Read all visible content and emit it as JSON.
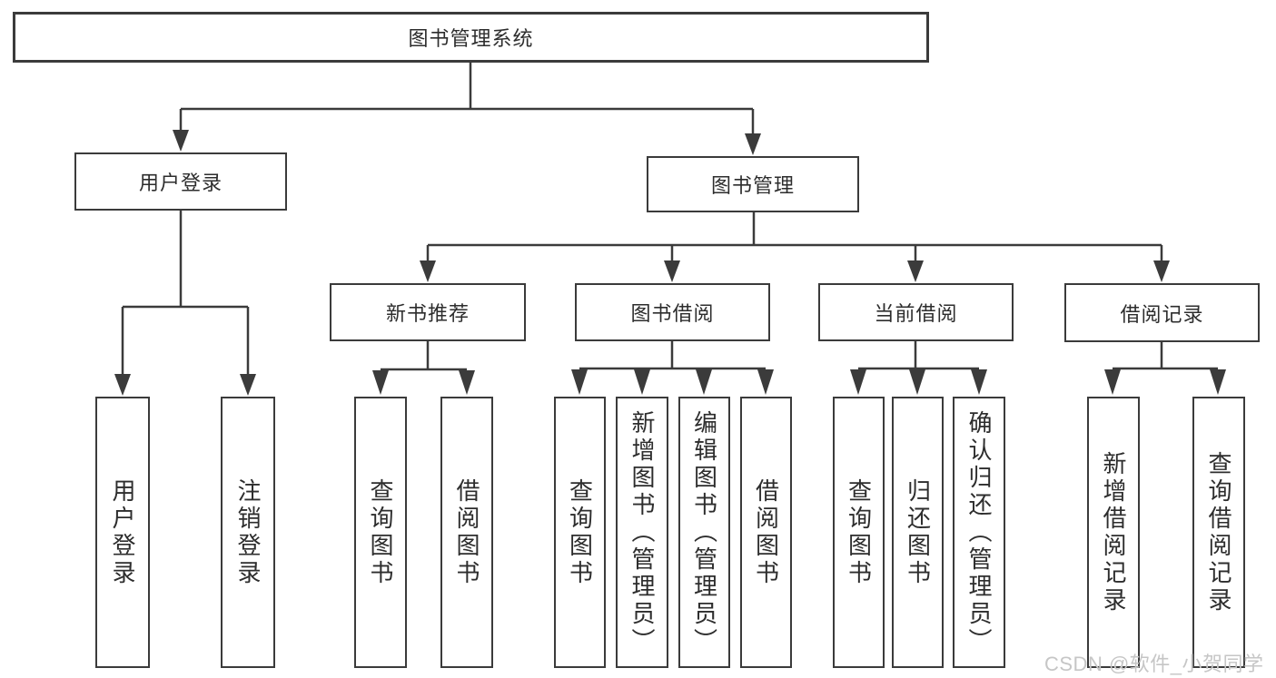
{
  "diagram": {
    "type": "hierarchy-tree",
    "line_color": "#3b3b3b",
    "background": "#ffffff",
    "root": {
      "label": "图书管理系统",
      "children": [
        {
          "label": "用户登录",
          "children": [
            {
              "label": "用户登录"
            },
            {
              "label": "注销登录"
            }
          ]
        },
        {
          "label": "图书管理",
          "children": [
            {
              "label": "新书推荐",
              "children": [
                {
                  "label": "查询图书"
                },
                {
                  "label": "借阅图书"
                }
              ]
            },
            {
              "label": "图书借阅",
              "children": [
                {
                  "label": "查询图书"
                },
                {
                  "label": "新增图书（管理员）"
                },
                {
                  "label": "编辑图书（管理员）"
                },
                {
                  "label": "借阅图书"
                }
              ]
            },
            {
              "label": "当前借阅",
              "children": [
                {
                  "label": "查询图书"
                },
                {
                  "label": "归还图书"
                },
                {
                  "label": "确认归还（管理员）"
                }
              ]
            },
            {
              "label": "借阅记录",
              "children": [
                {
                  "label": "新增借阅记录"
                },
                {
                  "label": "查询借阅记录"
                }
              ]
            }
          ]
        }
      ]
    },
    "watermark": "CSDN @软件_小贺同学"
  }
}
